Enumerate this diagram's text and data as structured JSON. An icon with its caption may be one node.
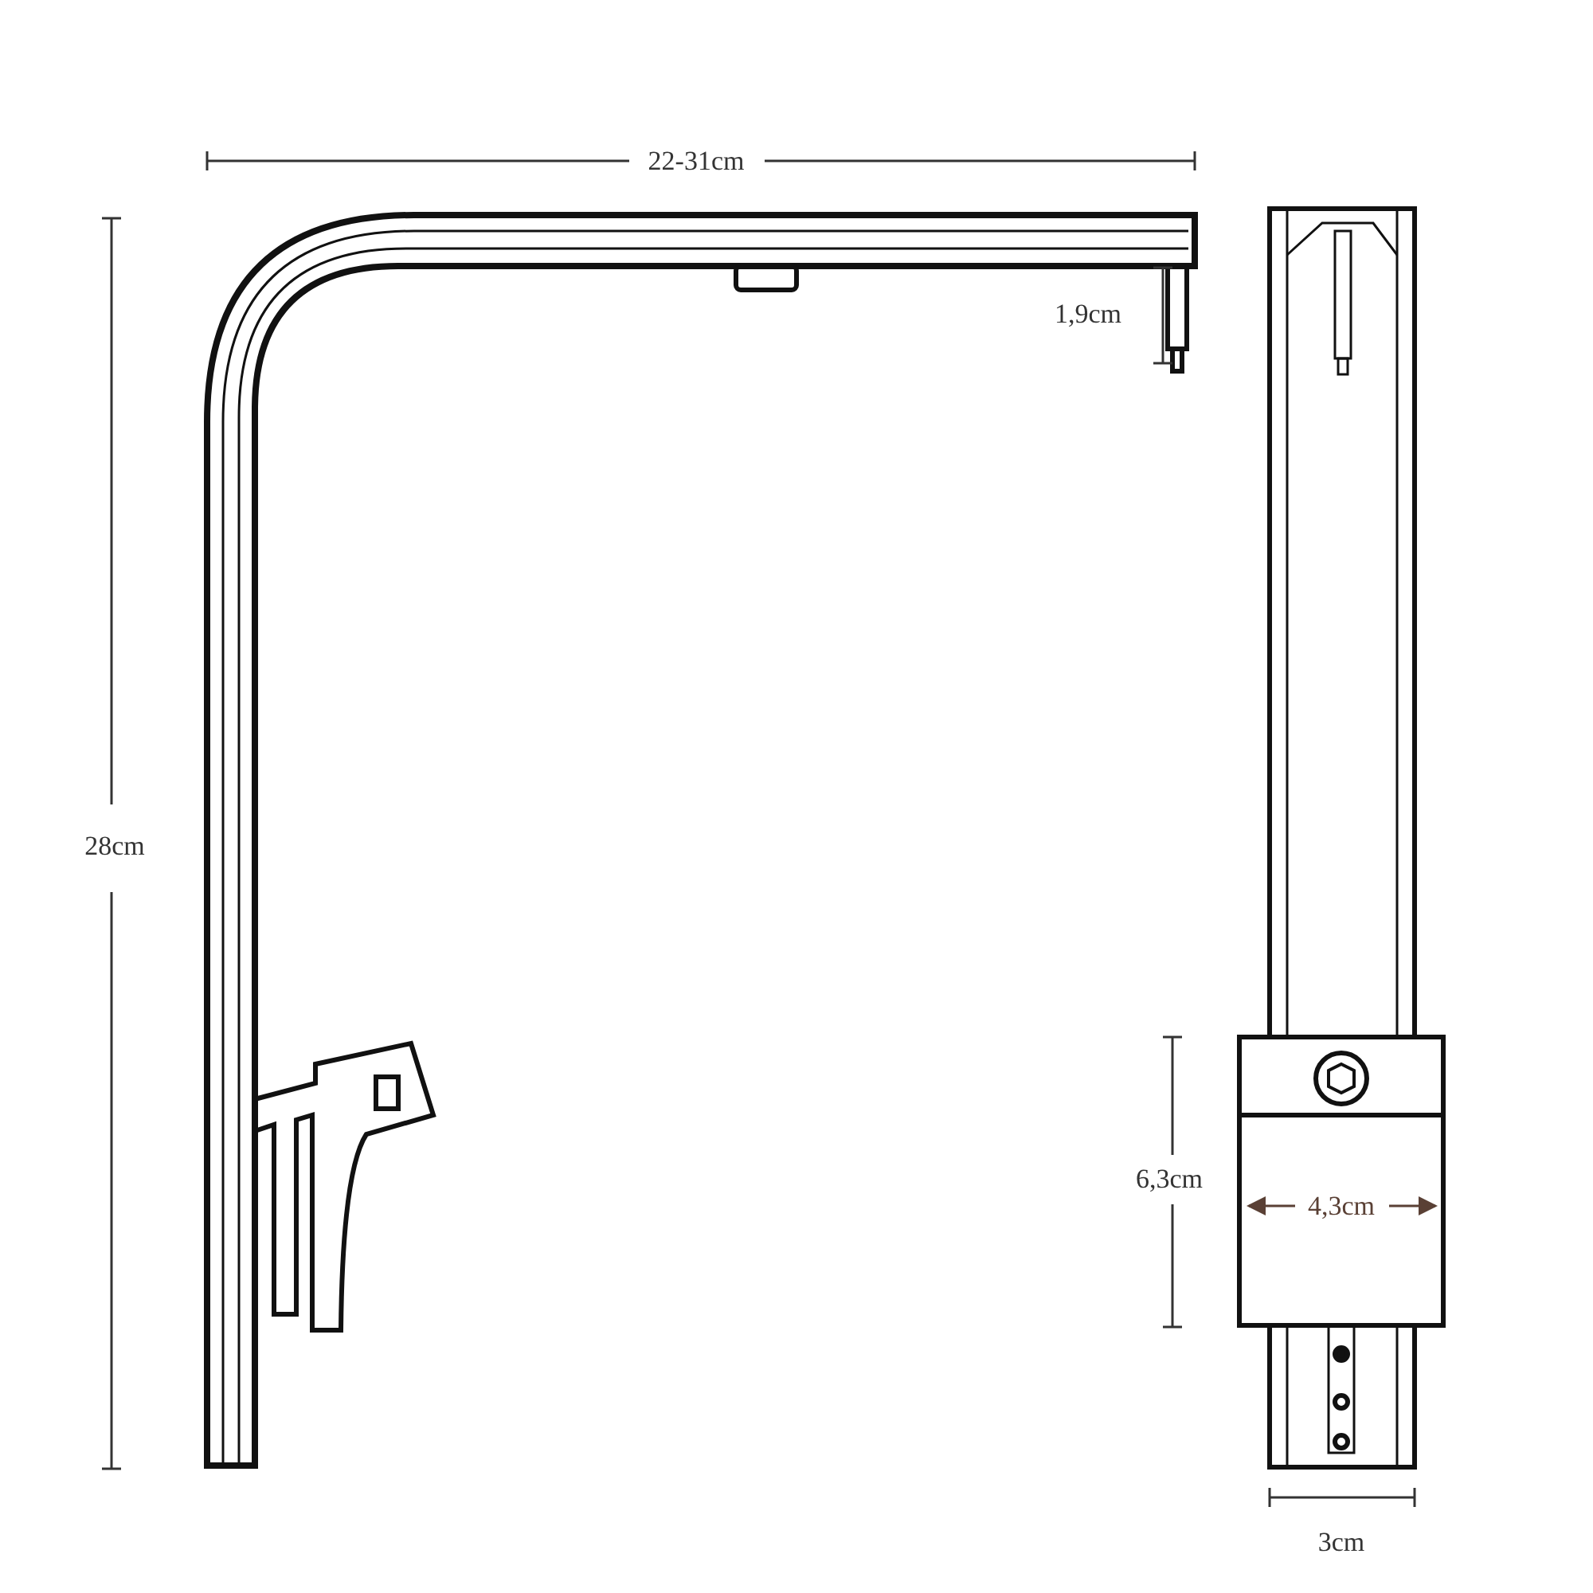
{
  "diagram": {
    "labels": [
      "22-31cm",
      "1,9cm",
      "28cm",
      "6,3cm",
      "4,3cm",
      "3cm"
    ]
  }
}
